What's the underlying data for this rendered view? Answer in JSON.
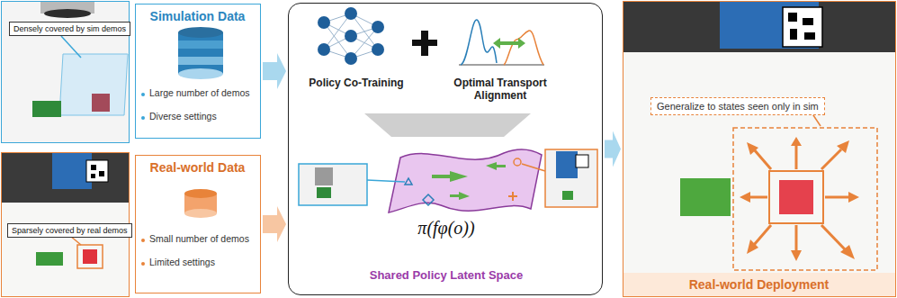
{
  "diagram": {
    "nodes": [
      {
        "text": [
          "Densely covered by sim demos"
        ]
      },
      {
        "text": [
          "Simulation Data",
          "Large number of demos",
          "Diverse settings"
        ]
      },
      {
        "text": [
          "Sparsely covered by real demos"
        ]
      },
      {
        "text": [
          "Real-world Data",
          "Small number of demos",
          "Limited settings"
        ]
      },
      {
        "text": [
          "Policy Co-Training",
          "Optimal Transport Alignment",
          "π(fφ(o))",
          "Shared Policy Latent Space"
        ]
      },
      {
        "text": [
          "Real-world Deployment"
        ]
      },
      {
        "text": [
          "Generalize to states seen only in sim"
        ],
        "in": 5
      }
    ],
    "edges": [
      {
        "from": 1,
        "to": 4,
        "arrow": "to"
      },
      {
        "from": 3,
        "to": 4,
        "arrow": "to"
      },
      {
        "from": 4,
        "to": 5,
        "arrow": "to"
      }
    ]
  }
}
